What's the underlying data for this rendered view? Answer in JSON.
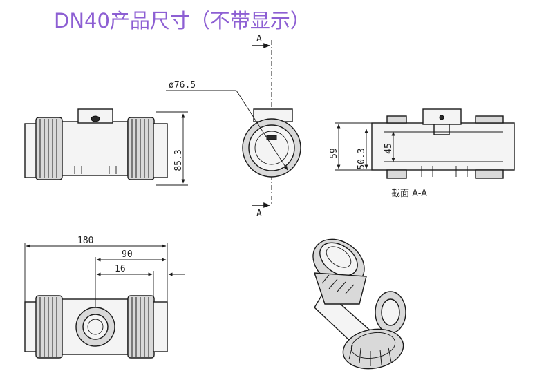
{
  "title": "DN40产品尺寸（不带显示）",
  "section_marks": {
    "top": "A",
    "bottom": "A"
  },
  "section_caption": "截面  A-A",
  "dimensions": {
    "diameter": "ø76.5",
    "side_height": "85.3",
    "overall_length": "180",
    "half_length": "90",
    "offset": "16",
    "section_outer_height": "59",
    "section_inner_height": "50.3",
    "section_bore": "45"
  },
  "colors": {
    "title": "#8d5fd3",
    "line": "#1a1a1a",
    "nut_fill": "#d9d9d9"
  }
}
